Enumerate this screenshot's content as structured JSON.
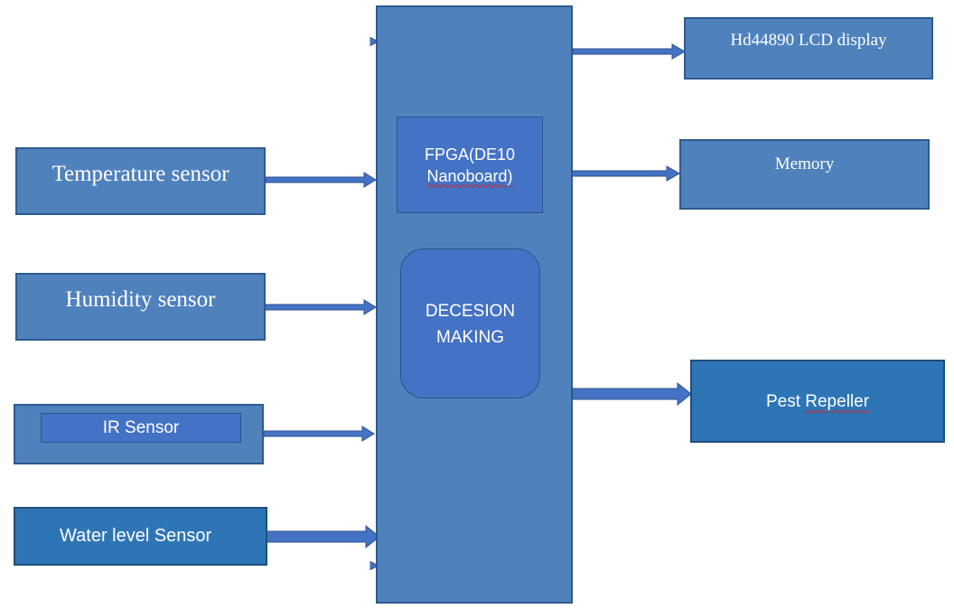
{
  "inputs": {
    "temperature": "Temperature sensor",
    "humidity": "Humidity sensor",
    "ir": "IR Sensor",
    "water_level": "Water level Sensor"
  },
  "controller": {
    "fpga_line1": "FPGA(DE10",
    "fpga_line2": "Nanoboard)",
    "decision_line1": "DECESION",
    "decision_line2": "MAKING"
  },
  "outputs": {
    "lcd": "Hd44890 LCD display",
    "memory": "Memory",
    "pest_word1": "Pest",
    "pest_word2": "Repeller"
  },
  "colors": {
    "block_fill": "#4f81bd",
    "block_border": "#2e5a8f",
    "dark_block_fill": "#2e75b6",
    "inner_block_fill": "#4472c4",
    "arrow_fill": "#4472c4"
  }
}
